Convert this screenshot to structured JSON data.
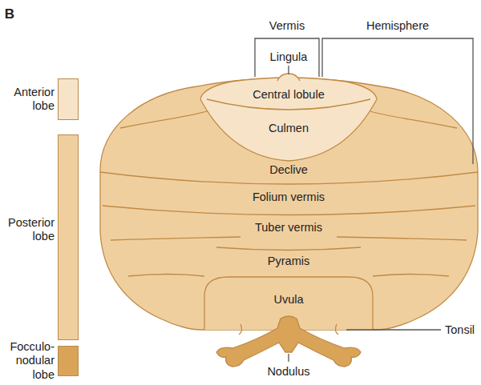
{
  "diagram": {
    "labels": [
      "B",
      "Vermis",
      "Hemisphere",
      "Lingula",
      "Central lobule",
      "Culmen",
      "Declive",
      "Folium vermis",
      "Tuber vermis",
      "Pyramis",
      "Uvula",
      "Tonsil",
      "Nodulus"
    ],
    "legend": [
      {
        "text": "Anterior lobe",
        "color": "#f7e4c8"
      },
      {
        "text": "Posterior lobe",
        "color": "#f0cf9f"
      },
      {
        "text": "Focculo- nodular lobe",
        "color": "#d9a458"
      }
    ]
  }
}
